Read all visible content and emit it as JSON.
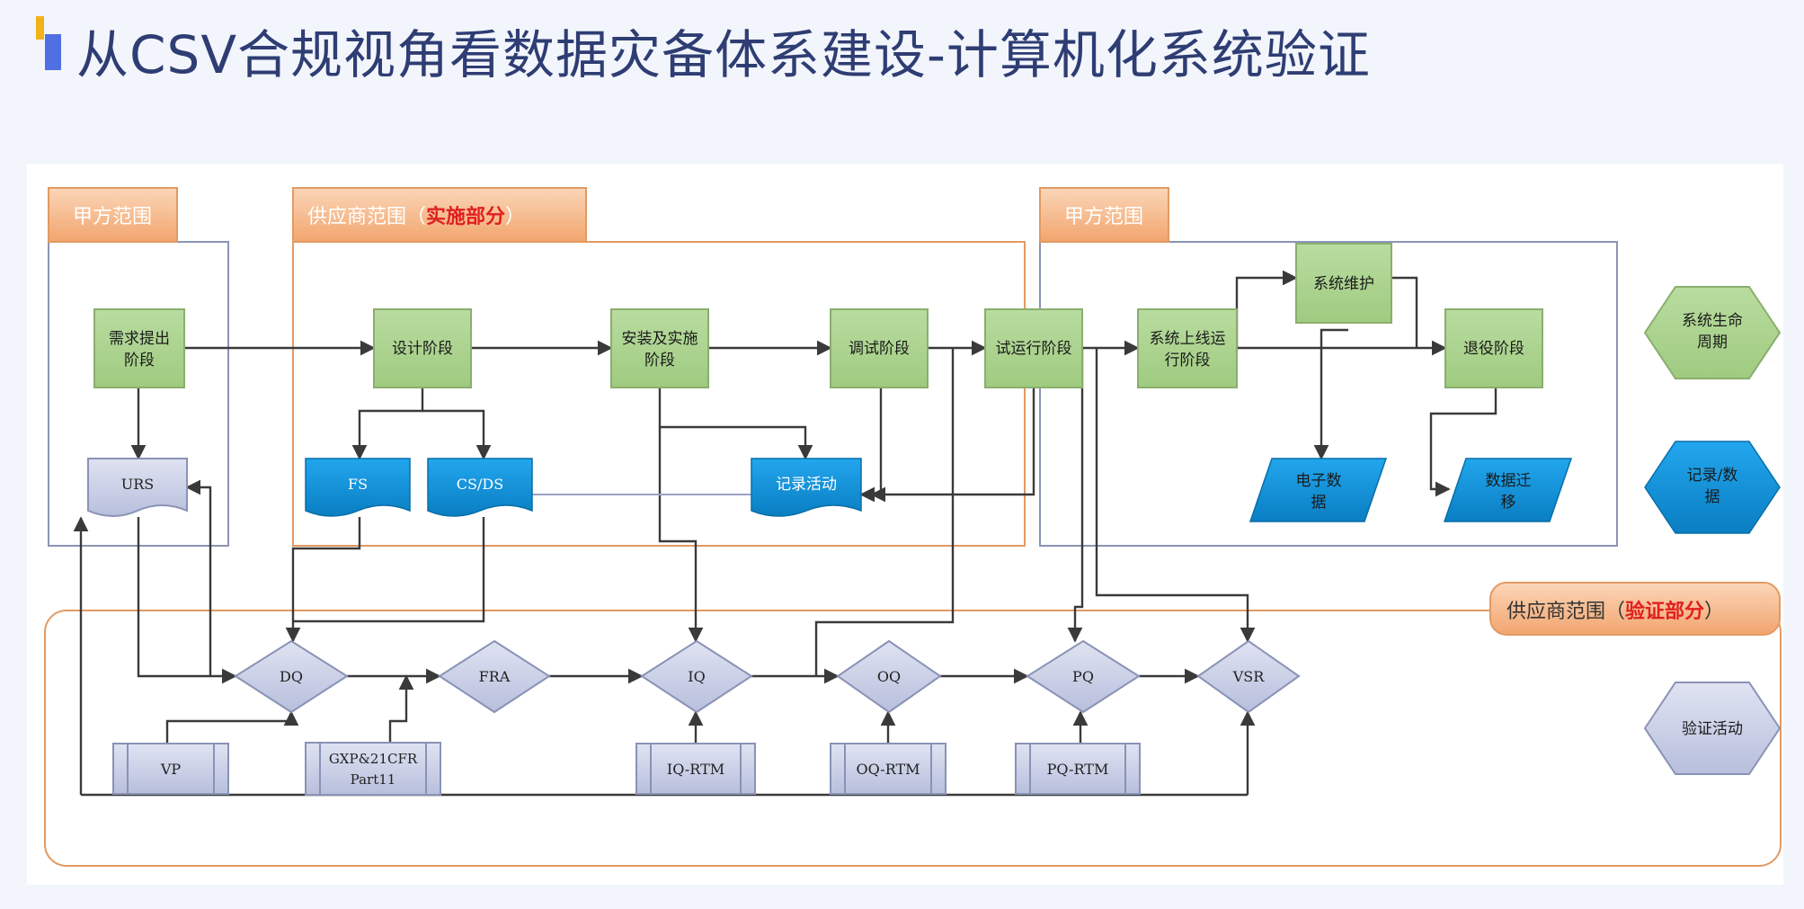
{
  "page": {
    "title": "从CSV合规视角看数据灾备体系建设-计算机化系统验证"
  },
  "colors": {
    "process_fill": "#a9d18e",
    "process_stroke": "#8aae6e",
    "doc_fill": "#0c8fd8",
    "lavender_fill": "#c9cfe6",
    "lavender_stroke": "#8a92b6",
    "scope_tab_fill": "#f4b183",
    "scope_border": "#e29a62",
    "gray_border": "#8c93b3",
    "red_text": "#e01f1f"
  },
  "scopes": {
    "client_left": "甲方范围",
    "supplier_impl_prefix": "供应商范围（",
    "supplier_impl_highlight": "实施部分",
    "supplier_impl_suffix": "）",
    "client_right": "甲方范围",
    "supplier_val_prefix": "供应商范围（",
    "supplier_val_highlight": "验证部分",
    "supplier_val_suffix": "）"
  },
  "nodes": {
    "req_l1": "需求提出",
    "req_l2": "阶段",
    "design": "设计阶段",
    "install_l1": "安装及实施",
    "install_l2": "阶段",
    "debug": "调试阶段",
    "trial": "试运行阶段",
    "online_l1": "系统上线运",
    "online_l2": "行阶段",
    "maintain": "系统维护",
    "retire": "退役阶段",
    "urs": "URS",
    "fs": "FS",
    "csds": "CS/DS",
    "record": "记录活动",
    "edata_l1": "电子数",
    "edata_l2": "据",
    "migrate_l1": "数据迁",
    "migrate_l2": "移",
    "dq": "DQ",
    "fra": "FRA",
    "iq": "IQ",
    "oq": "OQ",
    "pq": "PQ",
    "vsr": "VSR",
    "vp": "VP",
    "gxp_l1": "GXP&21CFR",
    "gxp_l2": "Part11",
    "iqrtm": "IQ-RTM",
    "oqrtm": "OQ-RTM",
    "pqrtm": "PQ-RTM"
  },
  "legend": {
    "lifecycle_l1": "系统生命",
    "lifecycle_l2": "周期",
    "records_l1": "记录/数",
    "records_l2": "据",
    "validation": "验证活动"
  }
}
